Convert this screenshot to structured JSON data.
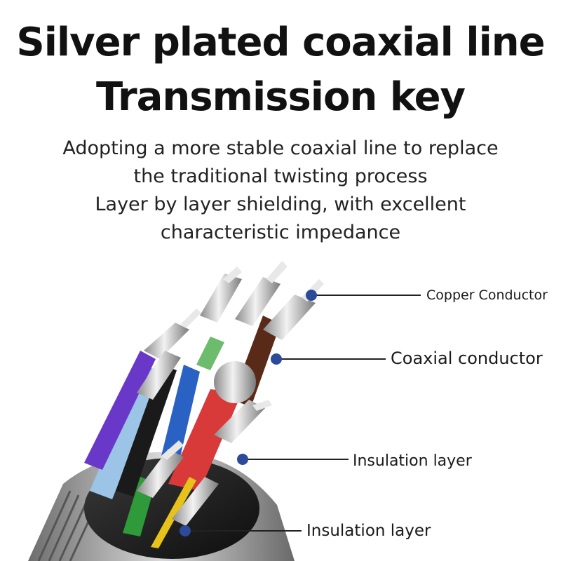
{
  "heading": {
    "line1": "Silver plated coaxial line",
    "line2": "Transmission key"
  },
  "description": {
    "line1": "Adopting a more stable coaxial line to replace",
    "line2": "the traditional twisting process",
    "line3": "Layer by layer shielding, with excellent",
    "line4": "characteristic impedance"
  },
  "callouts": [
    {
      "label": "Copper Conductor"
    },
    {
      "label": "Coaxial conductor"
    },
    {
      "label": "Insulation layer"
    },
    {
      "label": "Insulation layer"
    }
  ],
  "colors": {
    "background": "#ffffff",
    "callout_dot": "#2b4a9a",
    "wire_red": "#d83a3a",
    "wire_green": "#6dbb6d",
    "wire_purple": "#6a38c8",
    "wire_blue": "#2a62c4",
    "wire_lightblue": "#9cc4e6",
    "wire_black": "#1a1a1a",
    "wire_brown": "#5a2a18",
    "wire_yellow": "#e6c21a"
  }
}
